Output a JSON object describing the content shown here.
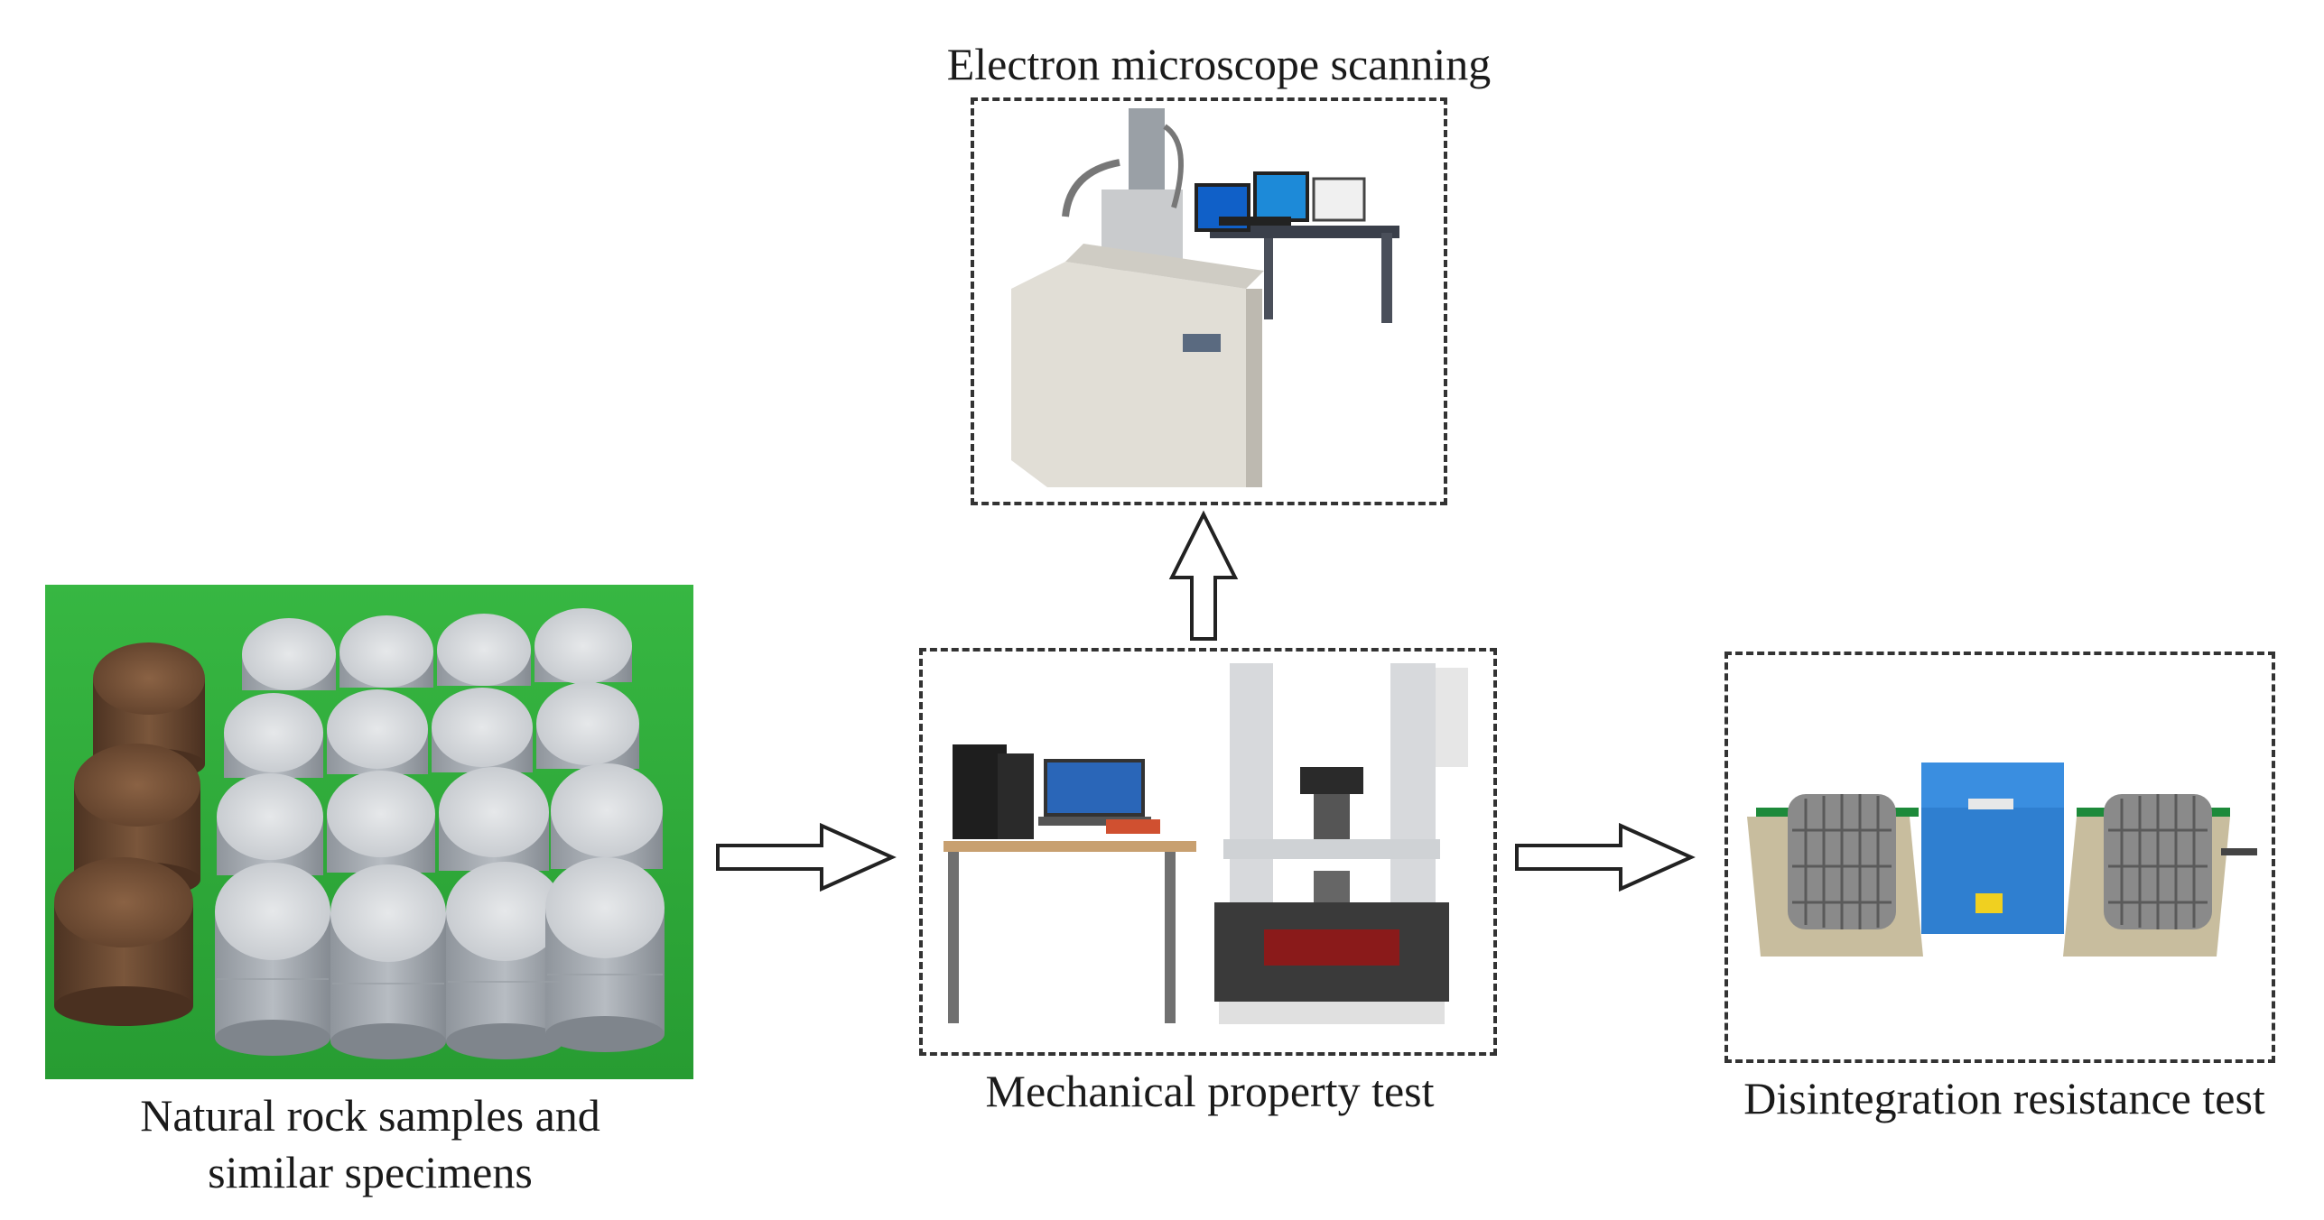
{
  "labels": {
    "sem": "Electron microscope scanning",
    "samples_line1": "Natural rock samples and",
    "samples_line2": "similar specimens",
    "mechanical": "Mechanical property test",
    "disintegration": "Disintegration resistance test"
  },
  "photos": {
    "samples": "rock-samples-photo",
    "sem": "electron-microscope-photo",
    "mechanical": "universal-testing-machine-photo",
    "disintegration": "slake-durability-apparatus-photo"
  },
  "colors": {
    "green_background": "#2fae3a",
    "rock_brown": "#6b4a32",
    "specimen_gray": "#c9cdd2",
    "apparatus_blue": "#2f7fd0",
    "arrow_stroke": "#222222",
    "arrow_fill": "#ffffff"
  }
}
